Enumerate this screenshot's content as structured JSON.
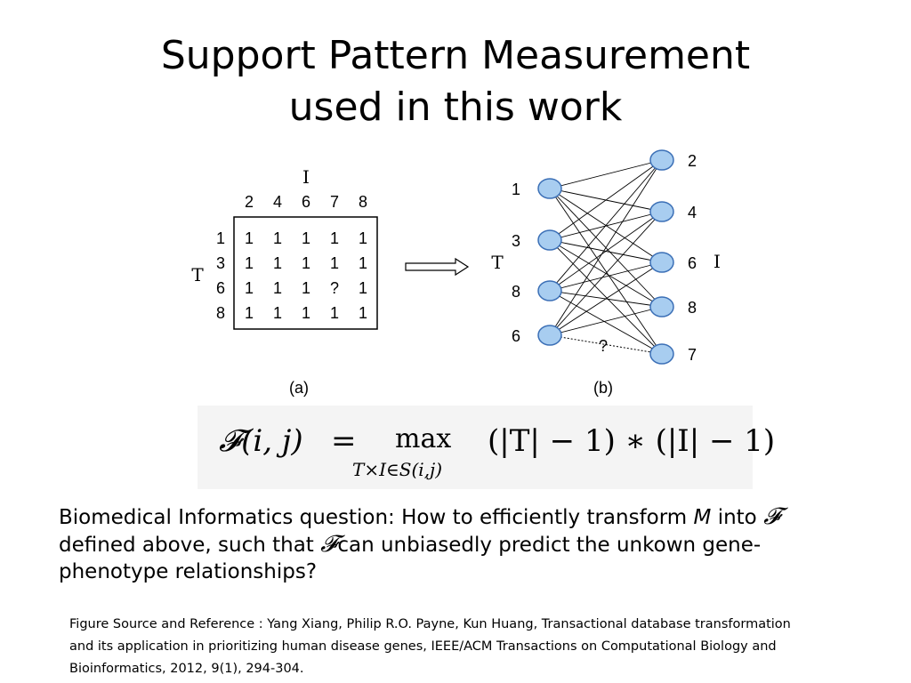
{
  "title": {
    "line1": "Support Pattern Measurement",
    "line2": "used in this work"
  },
  "matrix": {
    "column_axis_label": "I",
    "row_axis_label": "T",
    "column_headers": [
      "2",
      "4",
      "6",
      "7",
      "8"
    ],
    "row_headers": [
      "1",
      "3",
      "6",
      "8"
    ],
    "cells": [
      [
        "1",
        "1",
        "1",
        "1",
        "1"
      ],
      [
        "1",
        "1",
        "1",
        "1",
        "1"
      ],
      [
        "1",
        "1",
        "1",
        "?",
        "1"
      ],
      [
        "1",
        "1",
        "1",
        "1",
        "1"
      ]
    ],
    "caption": "(a)"
  },
  "graph": {
    "left_axis_label": "T",
    "right_axis_label": "I",
    "left_nodes": [
      "1",
      "3",
      "8",
      "6"
    ],
    "right_nodes": [
      "2",
      "4",
      "6",
      "8",
      "7"
    ],
    "unknown_edge_label": "?",
    "unknown_edge": [
      "6",
      "7"
    ],
    "caption": "(b)",
    "node_color": "#a8cdf0",
    "node_stroke": "#3b6fb6"
  },
  "formula": {
    "lhs": "𝓕(i, j)",
    "eq": "=",
    "op": "max",
    "subscript": "T×I∈S(i,j)",
    "rhs": "(|T| − 1) ∗ (|I| − 1)"
  },
  "question": {
    "line1_part1": "Biomedical Informatics question: How to efficiently transform ",
    "var_M": "M",
    "line1_part2": " into ",
    "symbol_F": "𝓕",
    "line2_part1": "defined above, such that ",
    "line2_part2": "can unbiasedly predict the unkown gene-",
    "line3": "phenotype relationships?"
  },
  "reference": {
    "line1": "Figure Source and Reference : Yang Xiang, Philip R.O. Payne, Kun Huang, Transactional database transformation",
    "line2": " and its application in prioritizing human disease genes, IEEE/ACM Transactions on Computational Biology and",
    "line3": "Bioinformatics, 2012, 9(1), 294-304."
  }
}
